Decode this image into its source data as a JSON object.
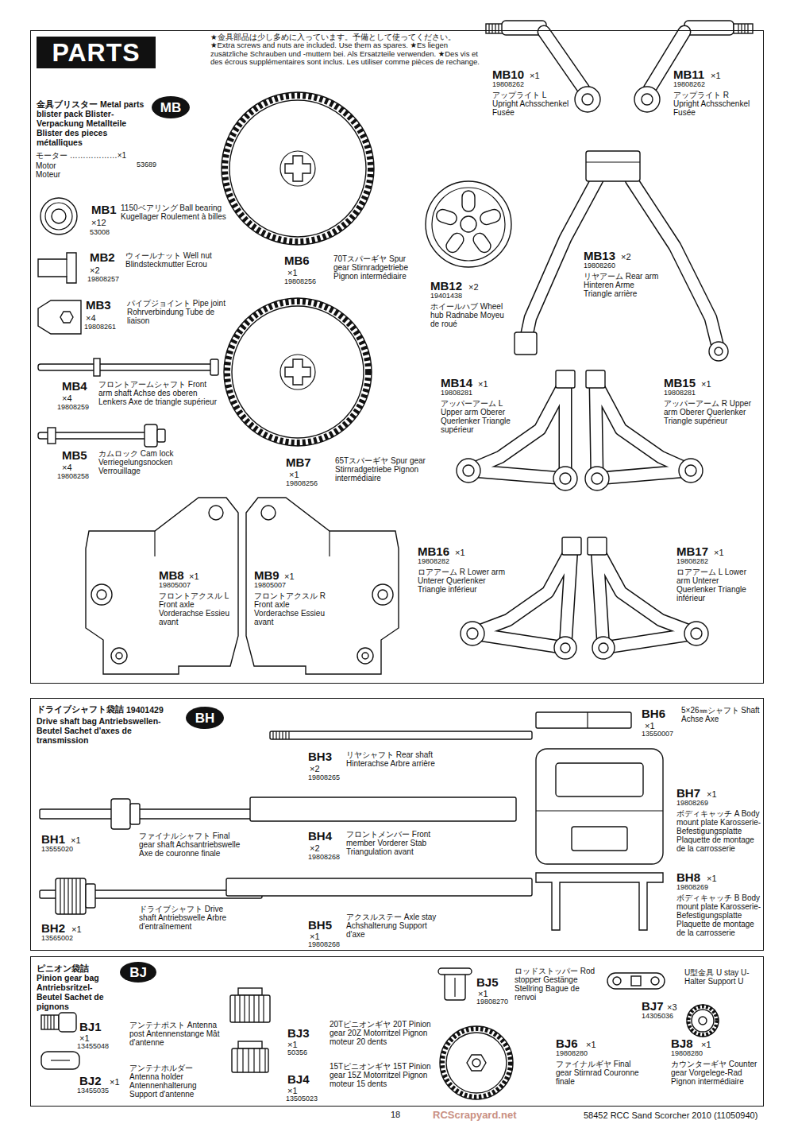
{
  "diagram": {
    "nodes": [
      {
        "text": [
          "金具ブリスター Metal parts blister pack Blister-Verpackung Metallteile Blister des pieces métalliques"
        ]
      },
      {
        "text": [
          "PARTS"
        ],
        "in": 0
      },
      {
        "text": [
          "MB"
        ],
        "in": 0
      },
      {
        "text": [
          "ドライブシャフト袋詰",
          "19401429",
          "Drive shaft bag Antriebswellen-Beutel Sachet d'axes de transmission"
        ]
      },
      {
        "text": [
          "BH"
        ],
        "in": 3
      },
      {
        "text": [
          "ピニオン袋詰 Pinion gear bag Antriebsritzel-Beutel Sachet de pignons"
        ]
      },
      {
        "text": [
          "BJ"
        ],
        "in": 5
      }
    ],
    "labels": [
      "★金具部品は少し多めに入っています。予備として使ってください。 ★Extra screws and nuts are included. Use them as spares. ★Es liegen zusätzliche Schrauben und -muttern bei. Als Ersatzteile verwenden. ★Des vis et des écrous supplémentaires sont inclus. Les utiliser comme pièces de rechange.",
      "モーター ………………×1",
      "Motor Moteur",
      "53689",
      "MB1",
      "×12",
      "53008",
      "1150ベアリング Ball bearing Kugellager Roulement à billes",
      "MB2",
      "×2",
      "19808257",
      "ウィールナット Well nut Blindsteckmutter Ecrou",
      "MB3",
      "×4",
      "19808261",
      "パイプジョイント Pipe joint Rohrverbindung Tube de liaison",
      "MB4",
      "×4",
      "19808259",
      "フロントアームシャフト Front arm shaft Achse des oberen Lenkers Axe de triangle supérieur",
      "MB5",
      "×4",
      "19808258",
      "カムロック Cam lock Verriegelungsnocken Verrouillage",
      "MB6",
      "×1",
      "19808256",
      "70Tスパーギヤ Spur gear Stirnradgetriebe Pignon intermédiaire",
      "MB7",
      "×1",
      "19808256",
      "65Tスパーギヤ Spur gear Stirnradgetriebe Pignon intermédiaire",
      "MB8",
      "×1",
      "19805007",
      "フロントアクスル L Front axle Vorderachse Essieu avant",
      "MB9",
      "×1",
      "19805007",
      "フロントアクスル R Front axle Vorderachse Essieu avant",
      "MB10",
      "×1",
      "19808262",
      "アップライト L Upright Achsschenkel Fusée",
      "MB11",
      "×1",
      "19808262",
      "アップライト R Upright Achsschenkel Fusée",
      "MB12",
      "×2",
      "19401438",
      "ホイールハブ Wheel hub Radnabe Moyeu de roué",
      "MB13",
      "×2",
      "19808260",
      "リヤアーム Rear arm Hinteren Arme Triangle arrière",
      "MB14",
      "×1",
      "19808281",
      "アッパーアーム L Upper arm Oberer Querlenker Triangle supérieur",
      "MB15",
      "×1",
      "19808281",
      "アッパーアーム R Upper arm Oberer Querlenker Triangle supérieur",
      "MB16",
      "×1",
      "19808282",
      "ロアアーム R Lower arm Unterer Querlenker Triangle inférieur",
      "MB17",
      "×1",
      "19808282",
      "ロアアーム L Lower arm Unterer Querlenker Triangle inférieur",
      "BH1",
      "×1",
      "13555020",
      "ファイナルシャフト Final gear shaft Achsantriebswelle Axe de couronne finale",
      "BH2",
      "×1",
      "13565002",
      "ドライブシャフト Drive shaft Antriebswelle Arbre d'entraînement",
      "BH3",
      "×2",
      "19808265",
      "リヤシャフト Rear shaft Hinterachse Arbre arrière",
      "BH4",
      "×2",
      "19808268",
      "フロントメンバー Front member Vorderer Stab Triangulation avant",
      "BH5",
      "×1",
      "19808268",
      "アクスルステー Axle stay Achshalterung Support d'axe",
      "BH6",
      "×1",
      "13550007",
      "5×26㎜シャフト Shaft Achse Axe",
      "BH7",
      "×1",
      "19808269",
      "ボディキャッチ A Body mount plate Karosserie-Befestigungsplatte Plaquette de montage de la carrosserie",
      "BH8",
      "×1",
      "19808269",
      "ボディキャッチ B Body mount plate Karosserie-Befestigungsplatte Plaquette de montage de la carrosserie",
      "BJ1",
      "×1",
      "13455048",
      "アンテナポスト Antenna post Antennenstange Mât d'antenne",
      "BJ2",
      "×1",
      "13455035",
      "アンテナホルダー Antenna holder Antennenhalterung Support d'antenne",
      "BJ3",
      "×1",
      "50356",
      "20Tピニオンギヤ 20T Pinion gear 20Z Motorritzel Pignon moteur 20 dents",
      "BJ4",
      "×1",
      "13505023",
      "15Tピニオンギヤ 15T Pinion gear 15Z Motorritzel Pignon moteur 15 dents",
      "BJ5",
      "×1",
      "19808270",
      "ロッドストッパー Rod stopper Gestänge Stellring Bague de renvoi",
      "BJ6",
      "×1",
      "19808280",
      "ファイナルギヤ Final gear Stirnrad Couronne finale",
      "BJ7",
      "×3",
      "14305036",
      "U型金具 U stay U-Halter Support U",
      "BJ8",
      "×1",
      "19808280",
      "カウンターギヤ Counter gear Vorgelege-Rad Pignon intermédiaire",
      "18",
      "58452 RCC Sand Scorcher 2010 (11050940)",
      "RCScrapyard.net"
    ]
  }
}
